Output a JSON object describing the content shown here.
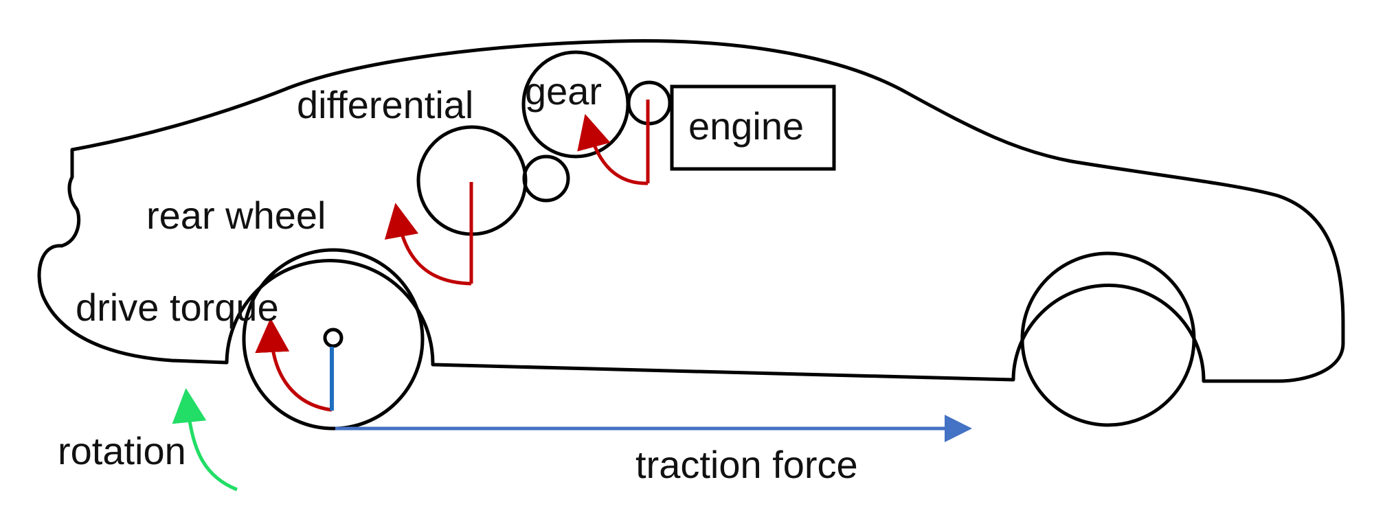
{
  "diagram": {
    "labels": {
      "differential": "differential",
      "gear": "gear",
      "engine": "engine",
      "rear_wheel": "rear wheel",
      "drive_torque": "drive torque",
      "rotation": "rotation",
      "traction_force": "traction force"
    },
    "colors": {
      "outline": "#000000",
      "torque_arrow": "#c00000",
      "torque_lever": "#c00000",
      "wheel_radius": "#1f6fbf",
      "traction_arrow": "#4472c4",
      "rotation_arrow": "#22dd66"
    }
  }
}
